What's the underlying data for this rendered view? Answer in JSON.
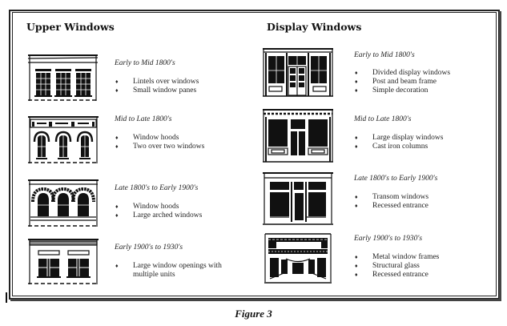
{
  "columns": [
    {
      "heading": "Upper Windows",
      "entries": [
        {
          "era": "Early to Mid 1800's",
          "illustration": "upper-windows-lintels-illustration",
          "bullets": [
            "Lintels over windows",
            "Small window panes"
          ]
        },
        {
          "era": "Mid to Late 1800's",
          "illustration": "upper-windows-hoods-illustration",
          "bullets": [
            "Window hoods",
            "Two over two windows"
          ]
        },
        {
          "era": "Late 1800's to Early 1900's",
          "illustration": "upper-windows-arched-illustration",
          "bullets": [
            "Window hoods",
            "Large arched windows"
          ]
        },
        {
          "era": "Early 1900's to 1930's",
          "illustration": "upper-windows-large-openings-illustration",
          "bullets": [
            "Large window openings with multiple units"
          ]
        }
      ]
    },
    {
      "heading": "Display Windows",
      "entries": [
        {
          "era": "Early to Mid 1800's",
          "illustration": "display-windows-divided-illustration",
          "bullets": [
            "Divided display windows",
            "Post and beam frame",
            "Simple decoration"
          ]
        },
        {
          "era": "Mid to Late 1800's",
          "illustration": "display-windows-cast-iron-illustration",
          "bullets": [
            "Large display windows",
            "Cast iron columns"
          ]
        },
        {
          "era": "Late 1800's to Early 1900's",
          "illustration": "display-windows-transom-illustration",
          "bullets": [
            "Transom windows",
            "Recessed entrance"
          ]
        },
        {
          "era": "Early 1900's to 1930's",
          "illustration": "display-windows-metal-frames-illustration",
          "bullets": [
            "Metal window frames",
            "Structural glass",
            "Recessed entrance"
          ]
        }
      ]
    }
  ],
  "bullet_glyph": "♦",
  "caption": "Figure 3"
}
